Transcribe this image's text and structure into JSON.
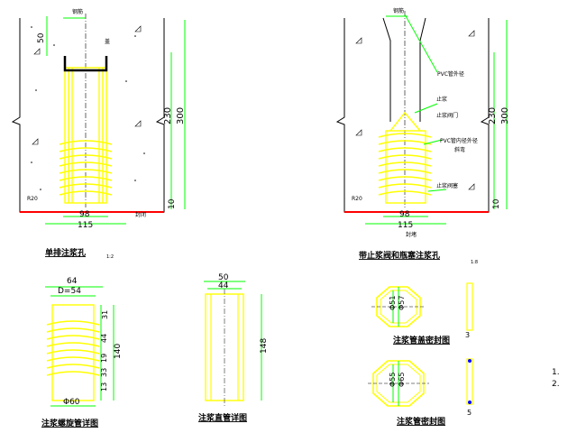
{
  "drawing": {
    "notes": [
      "1.",
      "2."
    ]
  },
  "views": {
    "left_hole": {
      "title": "单排注浆孔",
      "scale": "1:2",
      "dim_top": "50",
      "dim_mid": "230",
      "dim_total": "300",
      "dim_bottom": "10",
      "dim_inner_width": "98",
      "dim_outer_width": "115",
      "label_cap": "盖",
      "label_rebar_top": "钢筋",
      "label_r": "R20",
      "label_side": "封闭"
    },
    "right_hole": {
      "title": "带止浆阀和瓶塞注浆孔",
      "scale": "1:8",
      "dim_mid": "230",
      "dim_total": "300",
      "dim_bottom": "10",
      "dim_inner_width": "98",
      "dim_outer_width": "115",
      "label_top": "钢筋",
      "label_pvc1": "PVC管外径",
      "label_a": "止浆",
      "label_b": "止浆阀门",
      "label_pvc2": "PVC管内径外径",
      "label_c": "斜弯",
      "label_d": "止浆阀塞",
      "label_r": "R20",
      "label_bottom": "封堵"
    },
    "spiral_pipe": {
      "title": "注浆螺旋管详图",
      "dim_top": "64",
      "dim_d": "D=54",
      "dim_31": "31",
      "dim_44": "44",
      "dim_19": "19",
      "dim_33": "33",
      "dim_13": "13",
      "dim_total": "140",
      "dim_bottom": "Φ60"
    },
    "straight_pipe": {
      "title": "注浆直管详图",
      "dim_outer": "50",
      "dim_inner": "44",
      "dim_height": "148"
    },
    "cap_top": {
      "title": "注浆管盖密封图",
      "dim_a": "Φ51",
      "dim_b": "Φ57",
      "dim_c": "3"
    },
    "cap_bottom": {
      "title": "注浆管密封图",
      "dim_a": "Φ55",
      "dim_b": "Φ65",
      "dim_c": "5"
    }
  },
  "colors": {
    "line": "#00ff00",
    "pipe": "#ffff00",
    "red": "#ff0000",
    "black": "#000000",
    "blue": "#0000ff"
  }
}
